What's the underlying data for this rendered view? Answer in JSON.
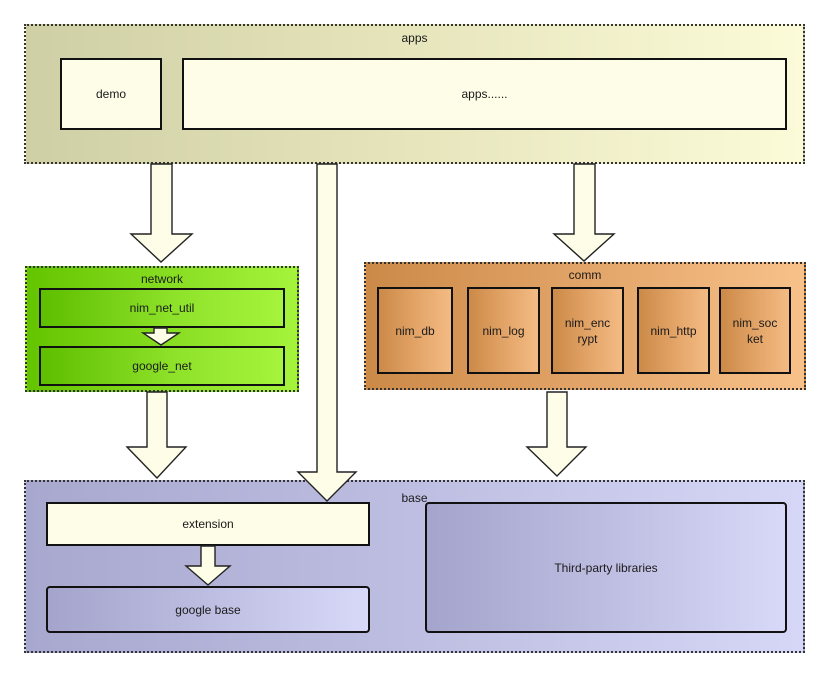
{
  "apps": {
    "title": "apps",
    "demo": "demo",
    "apps_more": "apps......"
  },
  "network": {
    "title": "network",
    "nim_net_util": "nim_net_util",
    "google_net": "google_net"
  },
  "comm": {
    "title": "comm",
    "modules": [
      "nim_db",
      "nim_log",
      "nim_encrypt",
      "nim_http",
      "nim_socket"
    ]
  },
  "base": {
    "title": "base",
    "extension": "extension",
    "google_base": "google base",
    "third_party": "Third-party libraries"
  }
}
